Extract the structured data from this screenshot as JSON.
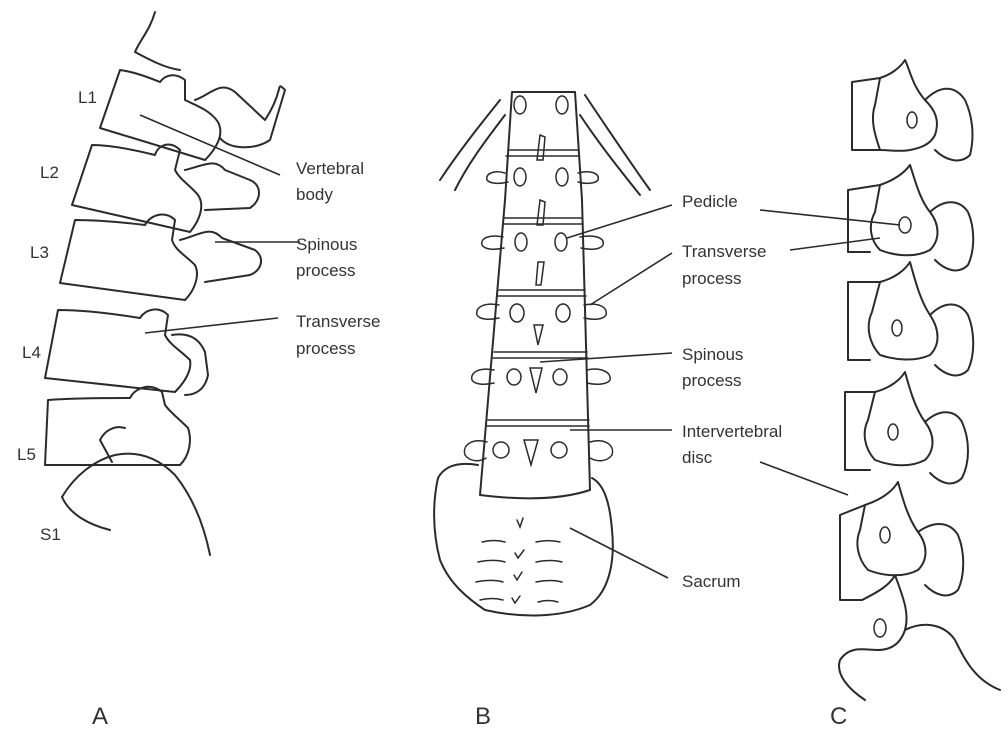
{
  "panel_a": {
    "letter": "A",
    "levels": [
      "L1",
      "L2",
      "L3",
      "L4",
      "L5",
      "S1"
    ],
    "labels": {
      "vertebral_body": [
        "Vertebral",
        "body"
      ],
      "spinous_process": [
        "Spinous",
        "process"
      ],
      "transverse_process": [
        "Transverse",
        "process"
      ]
    }
  },
  "panel_b": {
    "letter": "B",
    "labels": {
      "pedicle": [
        "Pedicle"
      ],
      "transverse_process": [
        "Transverse",
        "process"
      ],
      "spinous_process": [
        "Spinous",
        "process"
      ],
      "intervertebral_disc": [
        "Intervertebral",
        "disc"
      ],
      "sacrum": [
        "Sacrum"
      ]
    }
  },
  "panel_c": {
    "letter": "C"
  }
}
